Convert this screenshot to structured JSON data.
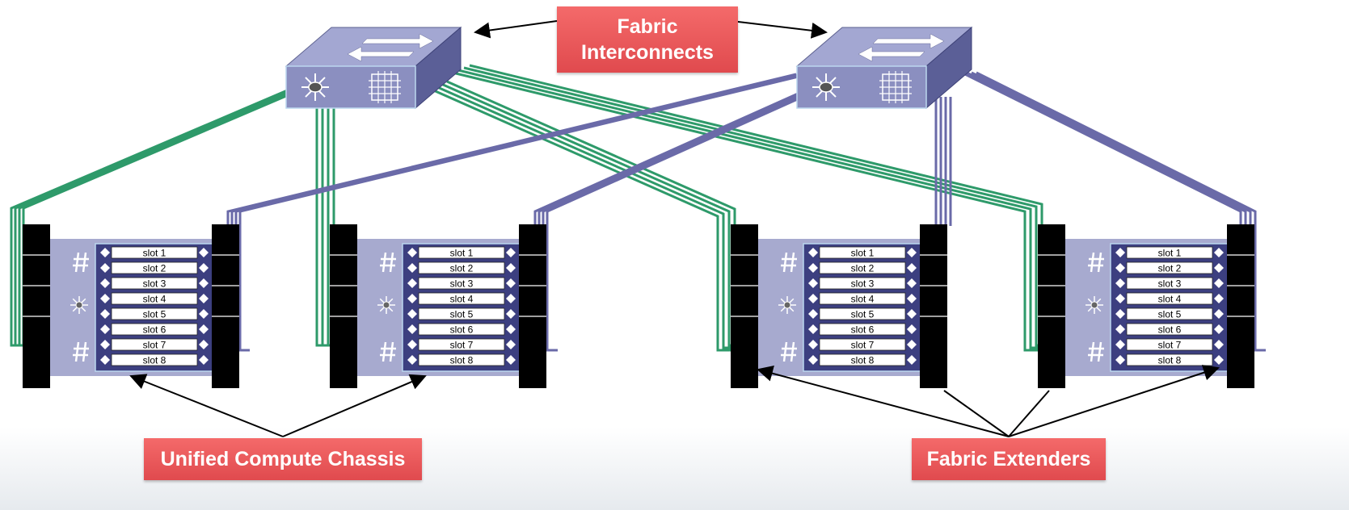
{
  "labels": {
    "fabric_interconnects": "Fabric Interconnects",
    "unified_compute_chassis": "Unified Compute Chassis",
    "fabric_extenders": "Fabric Extenders"
  },
  "slots": [
    "slot 1",
    "slot 2",
    "slot 3",
    "slot 4",
    "slot 5",
    "slot 6",
    "slot 7",
    "slot 8"
  ],
  "chassis_count": 4,
  "colors": {
    "callout_fill": "#ec5b5e",
    "callout_text": "#ffffff",
    "switch_face": "#8b8fc0",
    "switch_top": "#a3a7d2",
    "chassis_body": "#a7aacf",
    "blade_panel": "#3c3f80",
    "fex": "#000000",
    "link_green": "#2e9a6a",
    "link_purple": "#6a6aa8"
  },
  "icons": [
    "crossing-arrows-icon",
    "fabric-grid-icon",
    "star-hub-icon",
    "hash-icon"
  ]
}
